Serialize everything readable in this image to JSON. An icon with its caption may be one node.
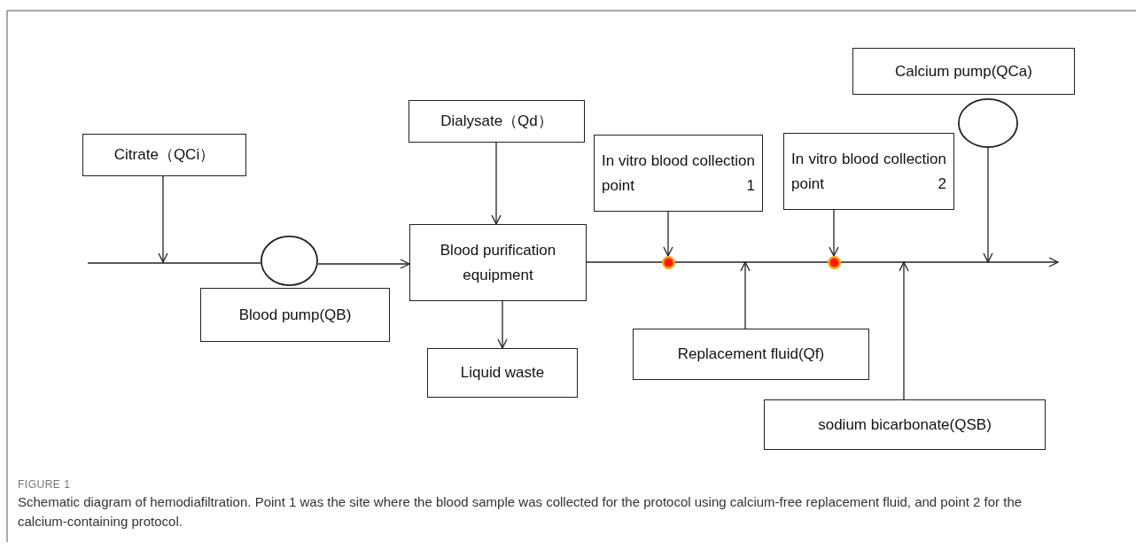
{
  "diagram": {
    "caption": "Schematic diagram of hemodiafiltration. Point 1 was the site where the blood sample was collected for the protocol using calcium-free replacement fluid, and point 2 for the calcium-containing protocol.",
    "nodes": [
      {
        "text": [
          "Citrate（QCi）"
        ]
      },
      {
        "text": [
          "Dialysate（Qd）"
        ]
      },
      {
        "text": [
          "Calcium pump(QCa)"
        ]
      },
      {
        "text": [
          "In vitro blood collection point 1"
        ]
      },
      {
        "text": [
          "In vitro blood collection point 2"
        ]
      },
      {
        "text": [],
        "shape": "circle"
      },
      {
        "text": [],
        "shape": "circle"
      },
      {
        "text": [
          "Blood purification equipment"
        ]
      },
      {
        "text": [],
        "shape": "circle"
      },
      {
        "text": [],
        "shape": "circle"
      },
      {
        "text": [
          "Blood pump(QB)"
        ]
      },
      {
        "text": [
          "Liquid waste"
        ]
      },
      {
        "text": [
          "Replacement fluid(Qf)"
        ]
      },
      {
        "text": [
          "sodium bicarbonate(QSB)"
        ]
      }
    ],
    "edges": [
      {
        "from": null,
        "to": 5,
        "arrow": "none"
      },
      {
        "from": 5,
        "to": 7,
        "arrow": "to"
      },
      {
        "from": 0,
        "to": null,
        "arrow": "to"
      },
      {
        "from": 1,
        "to": 7,
        "arrow": "to"
      },
      {
        "from": 7,
        "to": 11,
        "arrow": "to"
      },
      {
        "from": 7,
        "to": 8,
        "arrow": "none"
      },
      {
        "from": 8,
        "to": 9,
        "arrow": "none"
      },
      {
        "from": 9,
        "to": null,
        "arrow": "to"
      },
      {
        "from": 3,
        "to": 8,
        "arrow": "to"
      },
      {
        "from": 4,
        "to": 9,
        "arrow": "to"
      },
      {
        "from": 12,
        "to": null,
        "arrow": "to"
      },
      {
        "from": 13,
        "to": null,
        "arrow": "to"
      },
      {
        "from": 6,
        "to": null,
        "arrow": "to"
      }
    ],
    "labels": [
      "FIGURE 1"
    ]
  }
}
